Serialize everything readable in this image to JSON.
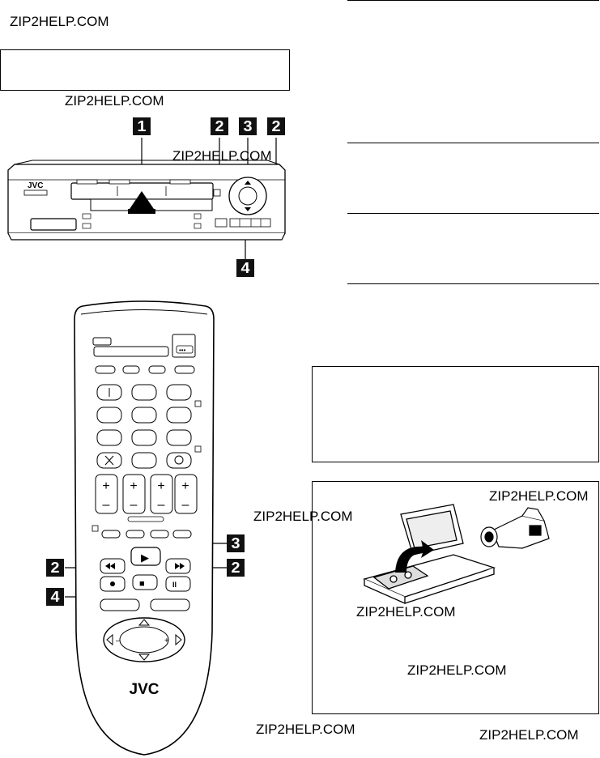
{
  "watermarks": [
    "ZIP2HELP.COM",
    "ZIP2HELP.COM",
    "ZIP2HELP.COM",
    "ZIP2HELP.COM",
    "ZIP2HELP.COM",
    "ZIP2HELP.COM",
    "ZIP2HELP.COM",
    "ZIP2HELP.COM",
    "ZIP2HELP.COM"
  ],
  "vcr_callouts": [
    "1",
    "2",
    "3",
    "2",
    "4"
  ],
  "remote_callouts": [
    "3",
    "2",
    "2",
    "4"
  ],
  "vcr_brand": "JVC",
  "remote_brand": "JVC",
  "remote_signs": {
    "plus": "+",
    "minus": "–",
    "play": "▶",
    "stop": "■",
    "pause": "II"
  }
}
